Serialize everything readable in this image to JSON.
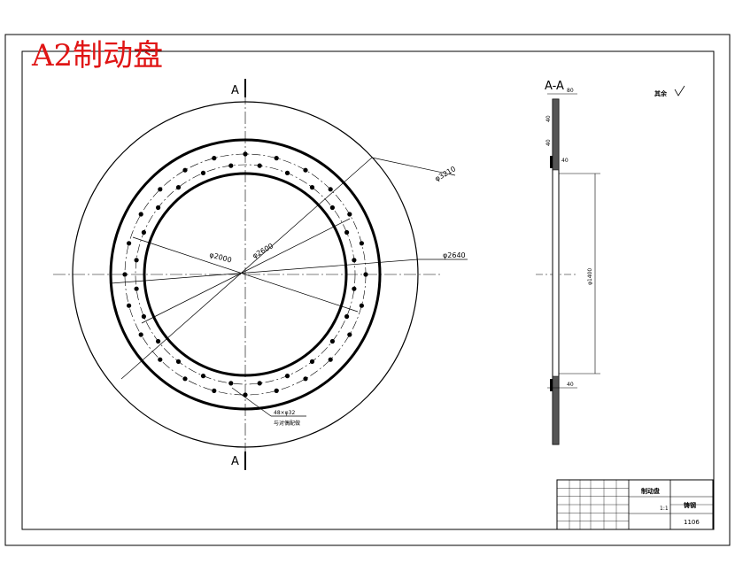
{
  "title": "A2制动盘",
  "section_mark": "A",
  "section_view_label": "A-A",
  "surface_note": "其余",
  "colors": {
    "title": "#e01515",
    "line": "#000000"
  },
  "front_view": {
    "dims": {
      "d2000": "φ2000",
      "d2600": "φ2600",
      "d3210": "φ3210",
      "d2640": "φ2640"
    },
    "hole_note_line1": "48×φ32",
    "hole_note_line2": "与对偶配做"
  },
  "section_view": {
    "dims": {
      "d1400": "φ1400",
      "t1": "80",
      "t2": "40",
      "t3": "40",
      "t4": "40",
      "t5": "40"
    }
  },
  "title_block": {
    "drawing_name": "制动盘",
    "material": "铸钢",
    "part_no": "1106",
    "scale": "1:1"
  }
}
